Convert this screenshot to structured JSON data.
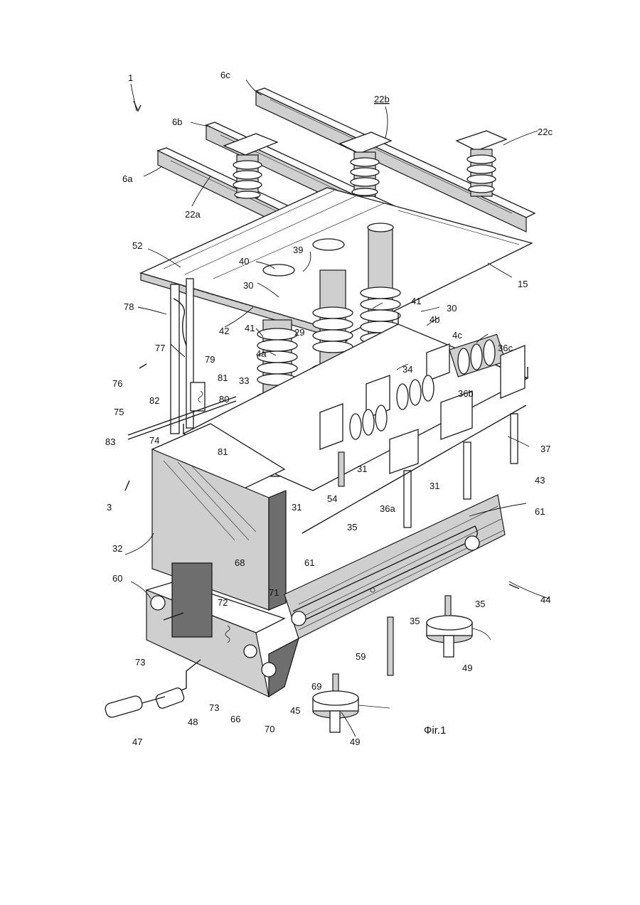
{
  "figure": {
    "caption": "Фir.1",
    "labels": {
      "l1": "1",
      "l6c": "6c",
      "l22b": "22b",
      "l6b": "6b",
      "l22c": "22c",
      "l6a": "6a",
      "l22a": "22a",
      "l52": "52",
      "l39": "39",
      "l40": "40",
      "l15": "15",
      "l30a": "30",
      "l30b": "30",
      "l41a": "41",
      "l4b": "4b",
      "l78": "78",
      "l42": "42",
      "l41b": "41",
      "l29": "29",
      "l4c": "4c",
      "l4a": "4a",
      "l36c": "36c",
      "l77": "77",
      "l34": "34",
      "l79": "79",
      "l76": "76",
      "l81a": "81",
      "l33": "33",
      "l36b": "36b",
      "l75": "75",
      "l80": "80",
      "l82": "82",
      "l37": "37",
      "l83": "83",
      "l74": "74",
      "l81b": "81",
      "l3": "3",
      "l31a": "31",
      "l54": "54",
      "l31b": "31",
      "l31c": "31",
      "l43": "43",
      "l36a": "36a",
      "l35a": "35",
      "l61a": "61",
      "l32": "32",
      "l68": "68",
      "l61b": "61",
      "l60": "60",
      "l71": "71",
      "l44": "44",
      "l72": "72",
      "l35b": "35",
      "l35c": "35",
      "l73a": "73",
      "l59": "59",
      "l49a": "49",
      "l73b": "73",
      "l66": "66",
      "l69": "69",
      "l45": "45",
      "l48": "48",
      "l70": "70",
      "l47": "47",
      "l49b": "49"
    }
  }
}
